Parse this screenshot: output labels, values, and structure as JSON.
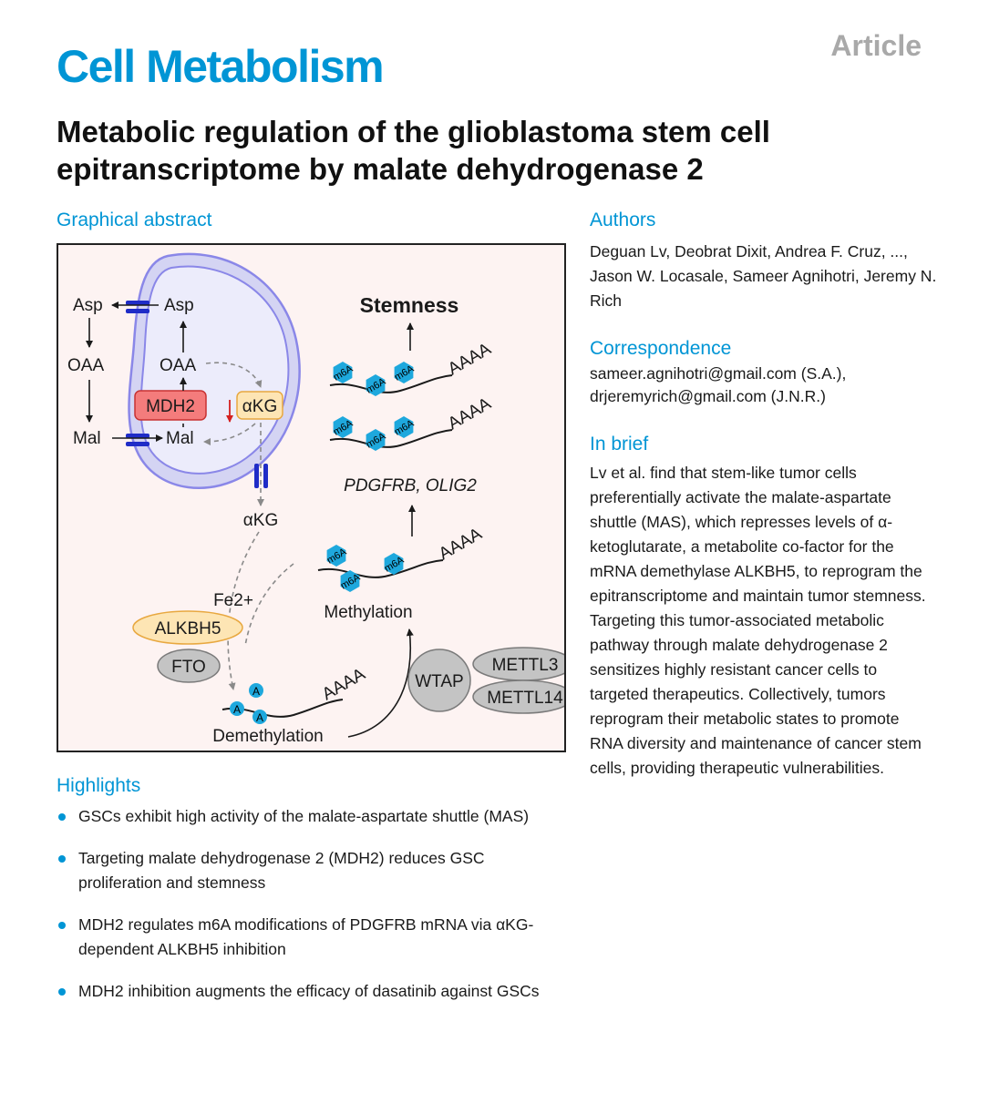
{
  "header": {
    "journal": "Cell Metabolism",
    "article_type": "Article",
    "title": "Metabolic regulation of the glioblastoma stem cell epitranscriptome by malate dehydrogenase 2"
  },
  "sections": {
    "graphical_abstract": "Graphical abstract",
    "authors": "Authors",
    "correspondence": "Correspondence",
    "in_brief": "In brief",
    "highlights": "Highlights"
  },
  "authors_text": "Deguan Lv, Deobrat Dixit, Andrea F. Cruz, ..., Jason W. Locasale, Sameer Agnihotri, Jeremy N. Rich",
  "correspondence": [
    "sameer.agnihotri@gmail.com (S.A.),",
    "drjeremyrich@gmail.com (J.N.R.)"
  ],
  "in_brief_text": "Lv et al. find that stem-like tumor cells preferentially activate the malate-aspartate shuttle (MAS), which represses levels of α-ketoglutarate, a metabolite co-factor for the mRNA demethylase ALKBH5, to reprogram the epitranscriptome and maintain tumor stemness. Targeting this tumor-associated metabolic pathway through malate dehydrogenase 2 sensitizes highly resistant cancer cells to targeted therapeutics. Collectively, tumors reprogram their metabolic states to promote RNA diversity and maintenance of cancer stem cells, providing therapeutic vulnerabilities.",
  "highlights": [
    "GSCs exhibit high activity of the malate-aspartate shuttle (MAS)",
    "Targeting malate dehydrogenase 2 (MDH2) reduces GSC proliferation and stemness",
    "MDH2 regulates m6A modifications of PDGFRB mRNA via αKG-dependent ALKBH5 inhibition",
    "MDH2 inhibition augments the efficacy of dasatinib against GSCs"
  ],
  "diagram": {
    "asp_out": "Asp",
    "oaa_out": "OAA",
    "mal_out": "Mal",
    "asp_in": "Asp",
    "oaa_in": "OAA",
    "mal_in": "Mal",
    "mdh2": "MDH2",
    "akg_in": "αKG",
    "akg_out": "αKG",
    "stemness": "Stemness",
    "genes": "PDGFRB, OLIG2",
    "methylation": "Methylation",
    "demethylation": "Demethylation",
    "fe2": "Fe2+",
    "alkbh5": "ALKBH5",
    "fto": "FTO",
    "wtap": "WTAP",
    "mettl3": "METTL3",
    "mettl14": "METTL14",
    "polya": "AAAA",
    "m6a": "m6A",
    "a_base": "A",
    "colors": {
      "mito_outer": "#d4d4f3",
      "mito_inner": "#ececfb",
      "mito_stroke": "#8a87e8",
      "mdh2_fill": "#f47c7c",
      "akg_fill": "#fde5b4",
      "m6a_fill": "#1ea8dd",
      "grey_protein": "#c4c4c4",
      "transporter": "#1f2cc7",
      "red_arrow": "#d42020"
    }
  }
}
